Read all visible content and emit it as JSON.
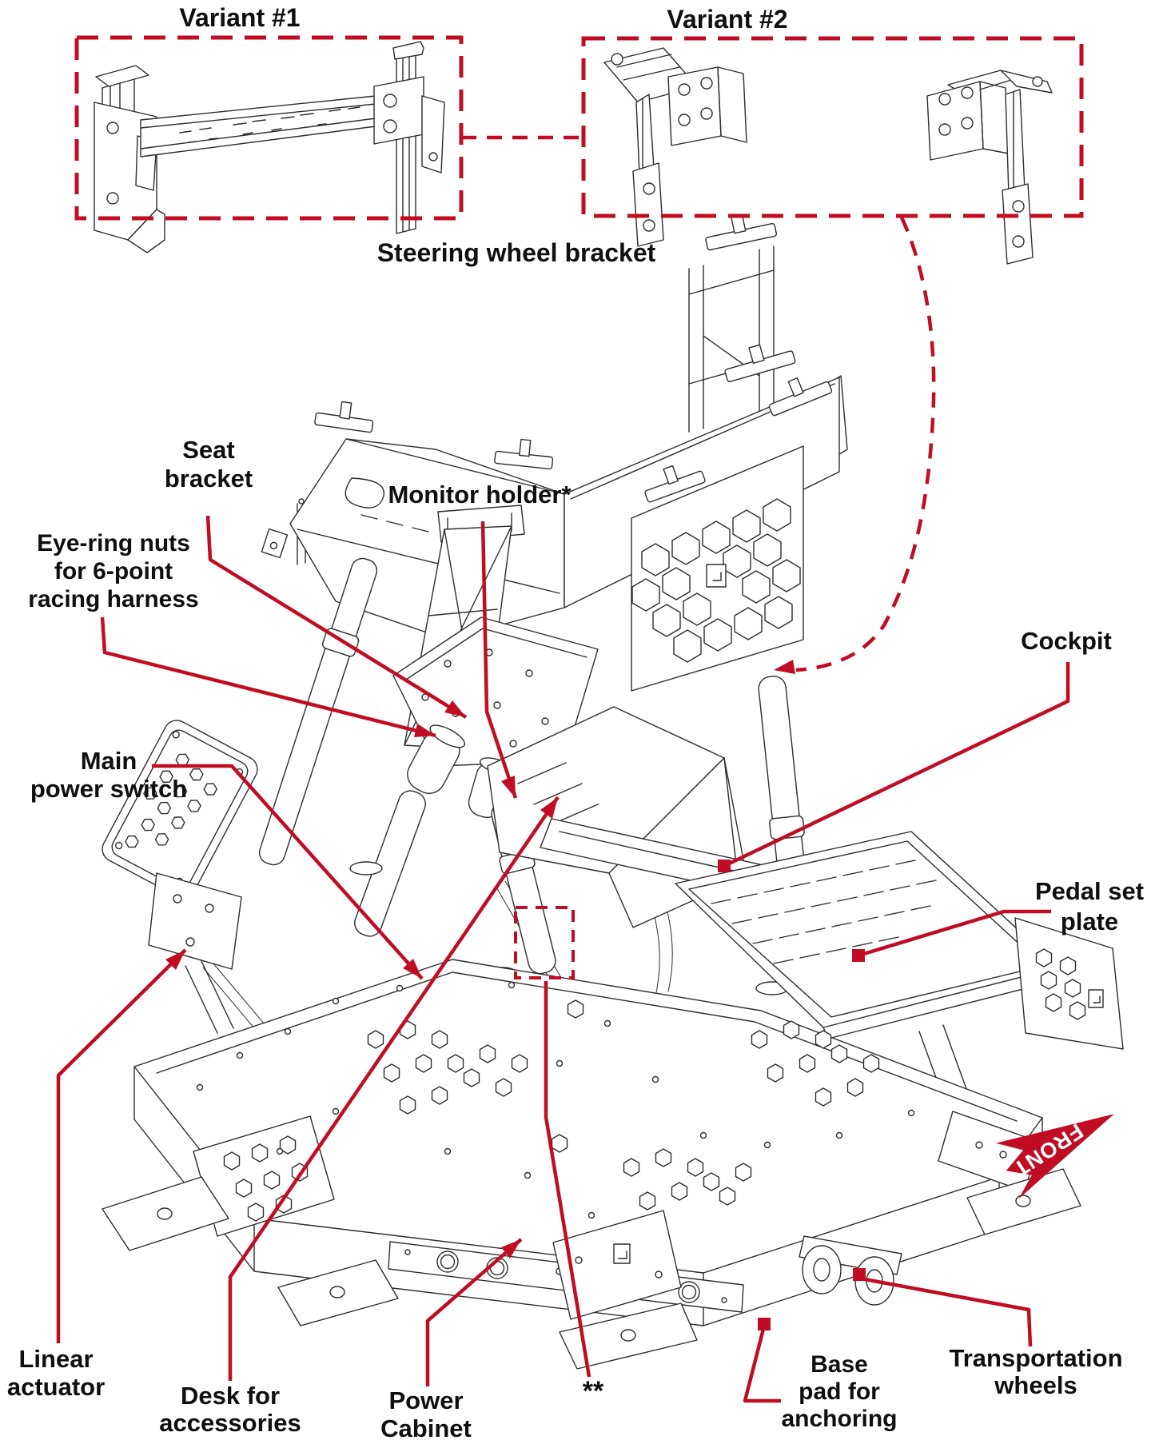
{
  "diagram": {
    "colors": {
      "accent": "#c00d24",
      "line": "#2d2d2d",
      "text": "#0f0f0f"
    },
    "variant1_title": "Variant #1",
    "variant2_title": "Variant #2",
    "caption": "Steering wheel bracket",
    "front_label": "FRONT",
    "labels": {
      "seat_bracket": {
        "lines": [
          "Seat",
          "bracket"
        ]
      },
      "monitor_holder": {
        "lines": [
          "Monitor holder*"
        ]
      },
      "eye_ring_nuts": {
        "lines": [
          "Eye-ring nuts",
          "for 6-point",
          "racing harness"
        ]
      },
      "main_power_switch": {
        "lines": [
          "Main",
          "power switch"
        ]
      },
      "cockpit": {
        "lines": [
          "Cockpit"
        ]
      },
      "pedal_set_plate": {
        "lines": [
          "Pedal set",
          "plate"
        ]
      },
      "linear_actuator": {
        "lines": [
          "Linear",
          "actuator"
        ]
      },
      "desk_for_accessories": {
        "lines": [
          "Desk for",
          "accessories"
        ]
      },
      "power_cabinet": {
        "lines": [
          "Power",
          "Cabinet"
        ]
      },
      "footnote_marker": {
        "lines": [
          "**"
        ]
      },
      "base_pad": {
        "lines": [
          "Base",
          "pad for",
          "anchoring"
        ]
      },
      "transportation_wheels": {
        "lines": [
          "Transportation",
          "wheels"
        ]
      }
    }
  }
}
